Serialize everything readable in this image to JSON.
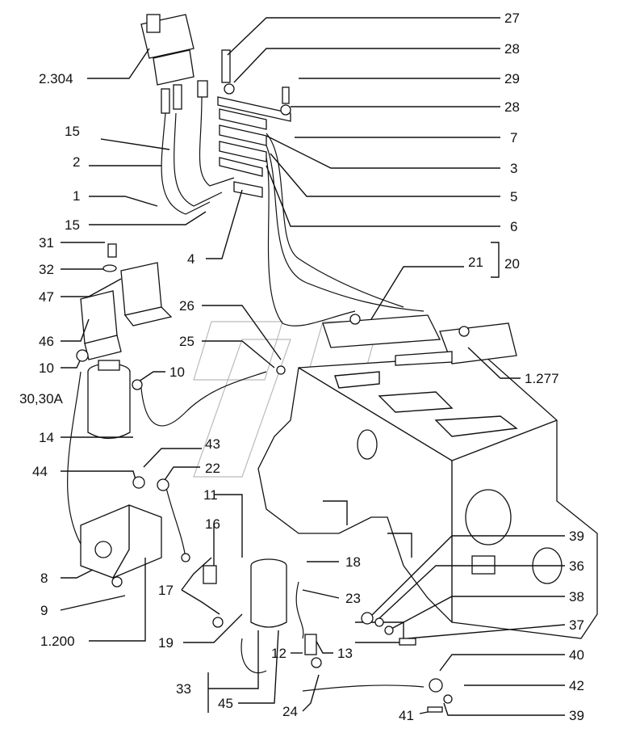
{
  "labels": {
    "l27": "27",
    "l28a": "28",
    "l29": "29",
    "l28b": "28",
    "l7": "7",
    "l3": "3",
    "l5": "5",
    "l6": "6",
    "l21": "21",
    "l20": "20",
    "l1277": "1.277",
    "l2304": "2.304",
    "l15a": "15",
    "l2": "2",
    "l1": "1",
    "l15b": "15",
    "l4": "4",
    "l31": "31",
    "l32": "32",
    "l47": "47",
    "l46": "46",
    "l26": "26",
    "l25": "25",
    "l10a": "10",
    "l10b": "10",
    "l3030a": "30,30A",
    "l14": "14",
    "l43": "43",
    "l22": "22",
    "l44": "44",
    "l11": "11",
    "l16": "16",
    "l18": "18",
    "l23": "23",
    "l17": "17",
    "l19": "19",
    "l8": "8",
    "l9": "9",
    "l1200": "1.200",
    "l39a": "39",
    "l36": "36",
    "l38": "38",
    "l37": "37",
    "l12": "12",
    "l13": "13",
    "l40": "40",
    "l42": "42",
    "l39b": "39",
    "l41": "41",
    "l33": "33",
    "l45": "45",
    "l24": "24"
  }
}
